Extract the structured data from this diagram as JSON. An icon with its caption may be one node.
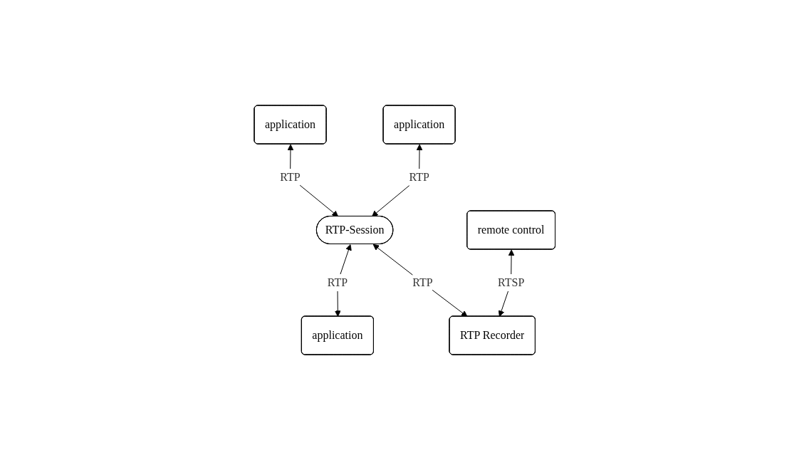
{
  "diagram": {
    "nodes": [
      {
        "text": [
          "application"
        ]
      },
      {
        "text": [
          "application"
        ]
      },
      {
        "text": [
          "RTP-Session"
        ]
      },
      {
        "text": [
          "application"
        ]
      },
      {
        "text": [
          "remote control"
        ]
      },
      {
        "text": [
          "RTP Recorder"
        ]
      }
    ],
    "edges": [
      {
        "from": 0,
        "to": 2,
        "arrow": "both",
        "label": "RTP"
      },
      {
        "from": 1,
        "to": 2,
        "arrow": "both",
        "label": "RTP"
      },
      {
        "from": 2,
        "to": 3,
        "arrow": "both",
        "label": "RTP"
      },
      {
        "from": 2,
        "to": 5,
        "arrow": "both",
        "label": "RTP"
      },
      {
        "from": 4,
        "to": 5,
        "arrow": "both",
        "label": "RTSP"
      }
    ]
  }
}
